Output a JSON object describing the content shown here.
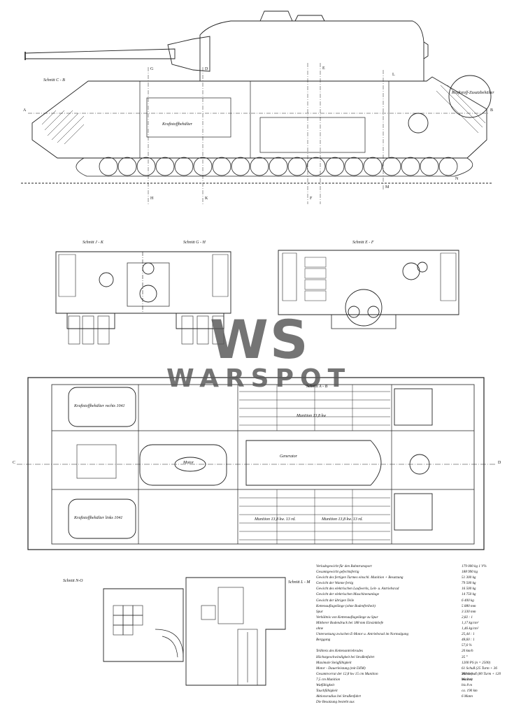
{
  "watermark": {
    "logo": "WS",
    "text": "WARSPOT"
  },
  "side_view": {
    "section_label": "Schnitt C - B",
    "labels": [
      "Kraftstoffbehälter",
      "Kraftstoff-Zusatzbehälter"
    ],
    "markers": [
      "A",
      "B",
      "H",
      "K",
      "F",
      "E",
      "L",
      "N",
      "M",
      "G",
      "D"
    ]
  },
  "cross_sections": [
    {
      "label": "Schnitt J - K"
    },
    {
      "label": "Schnitt G - H"
    },
    {
      "label": "Schnitt E - F"
    }
  ],
  "plan_view": {
    "section_label": "Schnitt A - B",
    "labels": [
      "Kraftstoffbehälter rechts 1041",
      "Kraftstoffbehälter links 1041",
      "Munition 13,8 kw",
      "Munition 13,8 kw. 13 rd.",
      "Munition 13,8 kw. 13 rd.",
      "Generator",
      "Motor"
    ],
    "markers": [
      "C",
      "D"
    ]
  },
  "lower_sections": [
    {
      "label": "Schnitt N-O"
    },
    {
      "label": "Schnitt L - M"
    }
  ],
  "specs": [
    {
      "label": "Verladegewicht für den Bahntransport",
      "value": "179 000 kg 1 V%"
    },
    {
      "label": "Gesamtgewicht gefechtsfertig",
      "value": "188 990 kg"
    },
    {
      "label": "Gewicht des fertigen Turmes einschl. Munition + Besatzung",
      "value": "51 300 kg"
    },
    {
      "label": "Gewicht der Wanne fertig",
      "value": "79 500 kg"
    },
    {
      "label": "Gewicht des elektrischen Laufwerks, Leit- u. Antriebsrad",
      "value": "16 500 kg"
    },
    {
      "label": "Gewicht der elektrischen Maschinenanlage",
      "value": "14 750 kg"
    },
    {
      "label": "Gewicht der übrigen Teile",
      "value": "6 400 kg"
    },
    {
      "label": "Kettenauflagelänge (ohne Bodenfreiheit)",
      "value": "5 880 mm"
    },
    {
      "label": "Spur",
      "value": "3 330 mm"
    },
    {
      "label": "Verhältnis von Kettenauflagelänge zu Spur",
      "value": "2,82 : 1"
    },
    {
      "label": "Mittlerer Bodendruck bei 188 mm Einsinktiefe",
      "value": "1,17 kg/cm²"
    },
    {
      "label": "ohne",
      "value": "1,46 kg/cm²"
    },
    {
      "label": "Untersetzung zwischen E-Motor u. Antriebsrad im Normalgang",
      "value": "25,44 : 1"
    },
    {
      "label": "Berggang",
      "value": "48,60 : 1"
    },
    {
      "label": "",
      "value": "57,6 %"
    },
    {
      "label": "Teilkreis des Kettenantriebrades",
      "value": "20 km/h"
    },
    {
      "label": "Höchstgeschwindigkeit bei Straßenfahrt",
      "value": "35 °"
    },
    {
      "label": "Maximale Steigfähigkeit",
      "value": "1200 PS (n = 2500)"
    },
    {
      "label": "Motor - Dauerleistung (mit DZM)",
      "value": "61 Schuß (25 Turm + 36 Wanne)"
    },
    {
      "label": "Gesamtvorrat der 12,8 kw 15 cm Munition",
      "value": "200 Schuß (80 Turm + 120 Wanne)"
    },
    {
      "label": "7,5 cm Munition",
      "value": "bis 2 m"
    },
    {
      "label": "Watfähigkeit",
      "value": "bis 8 m"
    },
    {
      "label": "Tauchfähigkeit",
      "value": "ca. 190 km"
    },
    {
      "label": "Aktionsradius bei Straßenfahrt",
      "value": "6 Mann"
    },
    {
      "label": "Die Besatzung besteht aus",
      "value": ""
    }
  ]
}
